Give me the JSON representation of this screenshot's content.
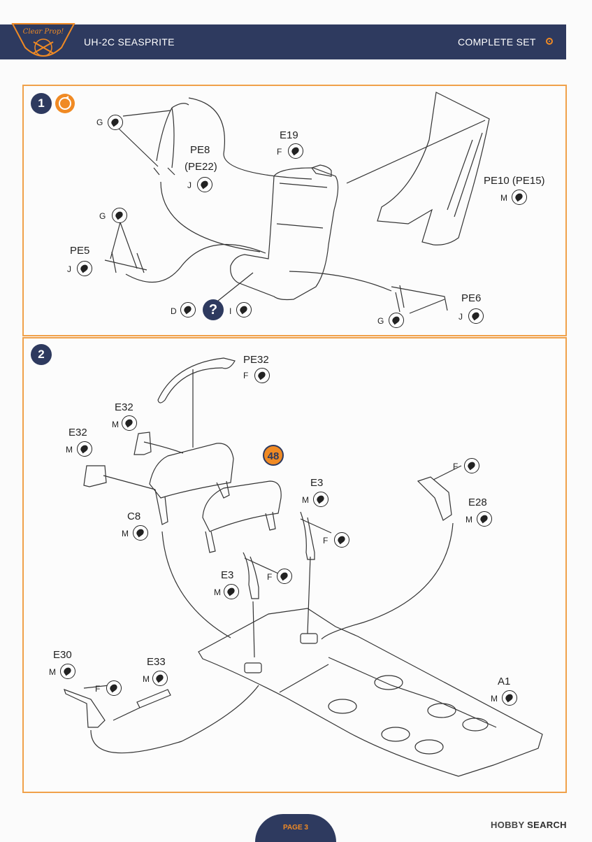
{
  "header": {
    "logo_text": "Clear Prop!",
    "title": "UH-2C SEASPRITE",
    "set_name": "COMPLETE SET"
  },
  "step1": {
    "number": "1",
    "callouts": {
      "g1": {
        "code": "G"
      },
      "pe8": {
        "label": "PE8",
        "label2": "(PE22)",
        "code": "J"
      },
      "e19": {
        "label": "E19",
        "code": "F"
      },
      "pe10": {
        "label": "PE10 (PE15)",
        "code": "M"
      },
      "g2": {
        "code": "G"
      },
      "pe5": {
        "label": "PE5",
        "code": "J"
      },
      "d": {
        "code": "D"
      },
      "i": {
        "code": "I"
      },
      "pe6": {
        "label": "PE6",
        "code": "J"
      },
      "g3": {
        "code": "G"
      }
    },
    "question_mark": "?"
  },
  "step2": {
    "number": "2",
    "ref_badge": "48",
    "callouts": {
      "pe32": {
        "label": "PE32",
        "code": "F"
      },
      "e32a": {
        "label": "E32",
        "code": "M"
      },
      "e32b": {
        "label": "E32",
        "code": "M"
      },
      "c8": {
        "label": "C8",
        "code": "M"
      },
      "e3a": {
        "label": "E3",
        "code": "M"
      },
      "f1": {
        "code": "F"
      },
      "f2": {
        "code": "F"
      },
      "e28": {
        "label": "E28",
        "code": "M"
      },
      "f3": {
        "code": "F"
      },
      "e3b": {
        "label": "E3",
        "code": "M"
      },
      "e30": {
        "label": "E30",
        "code": "M"
      },
      "f4": {
        "code": "F"
      },
      "e33": {
        "label": "E33",
        "code": "M"
      },
      "a1": {
        "label": "A1",
        "code": "M"
      }
    }
  },
  "footer": {
    "page": "PAGE 3",
    "watermark_brand": "HOBBY",
    "watermark_search": "SEARCH"
  },
  "colors": {
    "navy": "#2e3a5f",
    "orange": "#f08a24",
    "frame": "#f0a14a"
  }
}
